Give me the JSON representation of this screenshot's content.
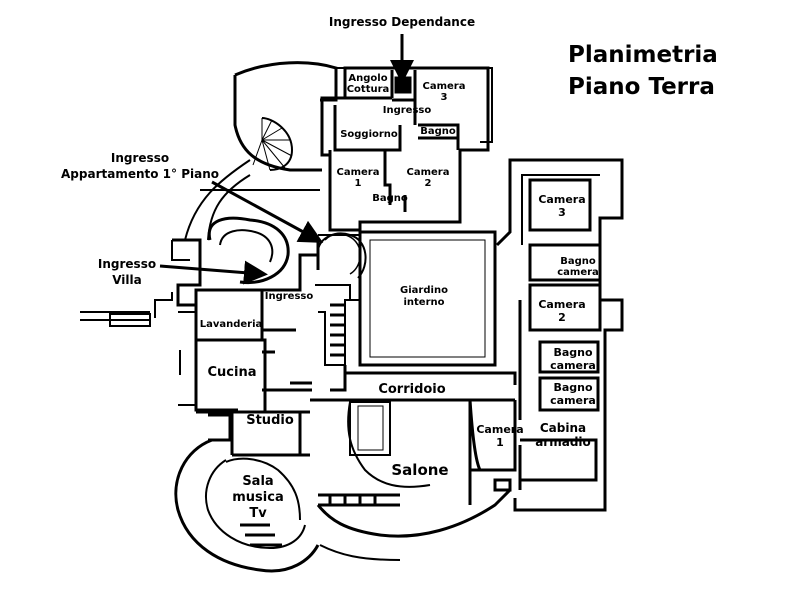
{
  "title": {
    "line1": "Planimetria",
    "line2": "Piano  Terra"
  },
  "callouts": {
    "ingresso_dependance": "Ingresso Dependance",
    "ingresso_appartamento_l1": "Ingresso",
    "ingresso_appartamento_l2": "Appartamento 1° Piano",
    "ingresso_villa_l1": "Ingresso",
    "ingresso_villa_l2": "Villa"
  },
  "rooms": {
    "angolo_cottura_l1": "Angolo",
    "angolo_cottura_l2": "Cottura",
    "ingresso_dep": "Ingresso",
    "camera3_dep_l1": "Camera",
    "camera3_dep_l2": "3",
    "soggiorno": "Soggiorno",
    "bagno_dep": "Bagno",
    "camera1_dep_l1": "Camera",
    "camera1_dep_l2": "1",
    "camera2_dep_l1": "Camera",
    "camera2_dep_l2": "2",
    "bagno_dep2": "Bagno",
    "giardino_l1": "Giardino",
    "giardino_l2": "interno",
    "ingresso_villa": "Ingresso",
    "lavanderia": "Lavanderia",
    "cucina": "Cucina",
    "studio": "Studio",
    "sala_l1": "Sala",
    "sala_l2": "musica",
    "sala_l3": "Tv",
    "corridoio": "Corridoio",
    "salone": "Salone",
    "camera1_l1": "Camera",
    "camera1_l2": "1",
    "cabina_l1": "Cabina",
    "cabina_l2": "armadio",
    "camera3_l1": "Camera",
    "camera3_l2": "3",
    "bagno_camera_a_l1": "Bagno",
    "bagno_camera_a_l2": "camera",
    "camera2_l1": "Camera",
    "camera2_l2": "2",
    "bagno_camera_b_l1": "Bagno",
    "bagno_camera_b_l2": "camera",
    "bagno_camera_c_l1": "Bagno",
    "bagno_camera_c_l2": "camera"
  }
}
